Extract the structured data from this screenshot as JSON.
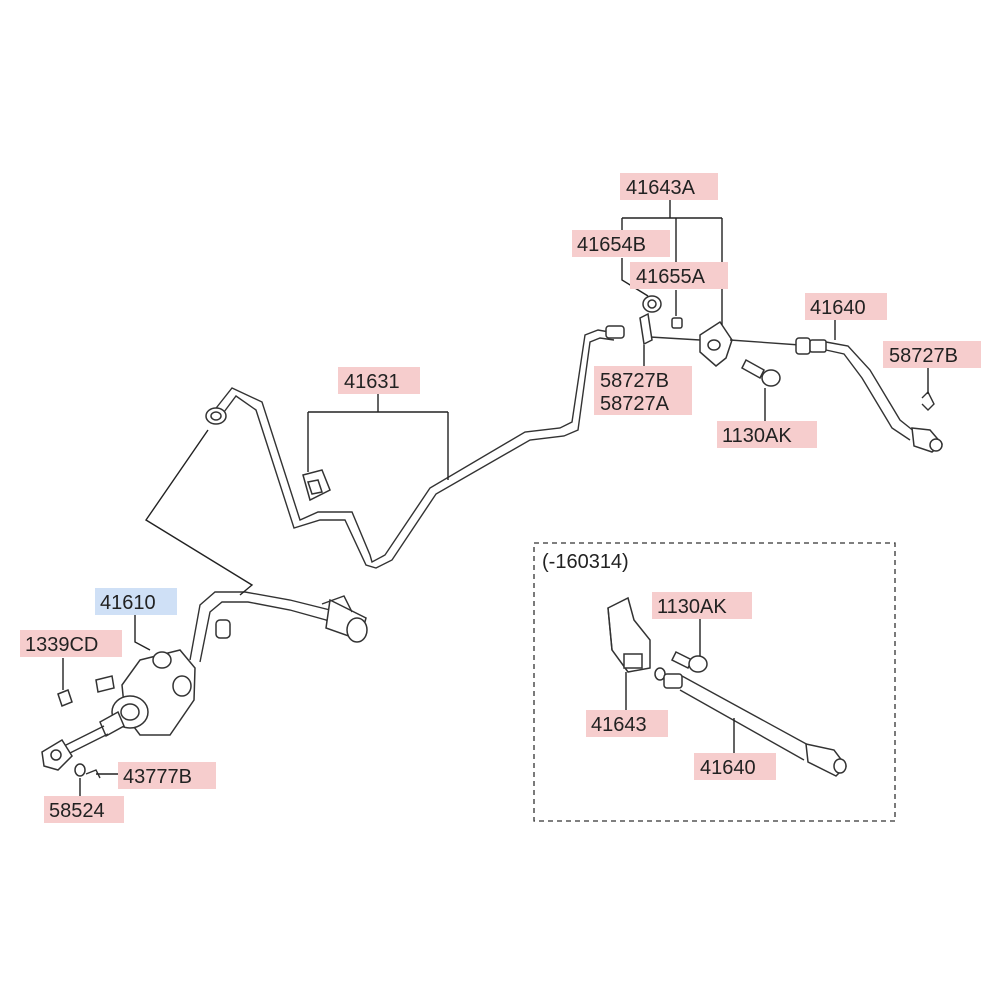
{
  "labels": {
    "p41643A": "41643A",
    "p41654B": "41654B",
    "p41655A": "41655A",
    "p41640_top": "41640",
    "p58727B_right": "58727B",
    "p41631": "41631",
    "p58727B_mid": "58727B",
    "p58727A": "58727A",
    "p1130AK_top": "1130AK",
    "p41610": "41610",
    "p1339CD": "1339CD",
    "p43777B": "43777B",
    "p58524": "58524",
    "p1130AK_inset": "1130AK",
    "p41643": "41643",
    "p41640_inset": "41640"
  },
  "inset": {
    "title": "(-160314)"
  },
  "highlight_color": "#cfe0f6",
  "label_color": "#f6cdcd"
}
